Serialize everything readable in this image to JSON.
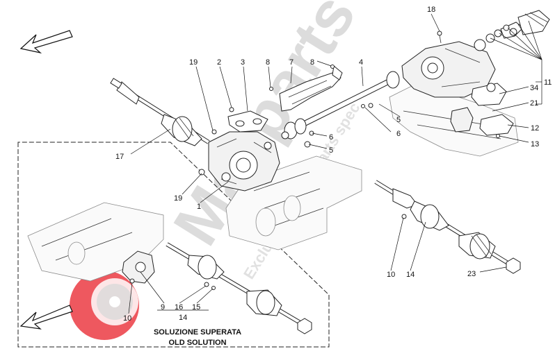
{
  "watermark": {
    "brand": "Maxparts",
    "subtitle": "Exclusive Ferrari Parts spec"
  },
  "inset": {
    "caption_line1": "SOLUZIONE SUPERATA",
    "caption_line2": "OLD SOLUTION"
  },
  "callouts": [
    {
      "id": "c18",
      "label": "18"
    },
    {
      "id": "c19a",
      "label": "19"
    },
    {
      "id": "c2",
      "label": "2"
    },
    {
      "id": "c3",
      "label": "3"
    },
    {
      "id": "c8a",
      "label": "8"
    },
    {
      "id": "c7",
      "label": "7"
    },
    {
      "id": "c8b",
      "label": "8"
    },
    {
      "id": "c4",
      "label": "4"
    },
    {
      "id": "c11",
      "label": "11"
    },
    {
      "id": "c34",
      "label": "34"
    },
    {
      "id": "c21",
      "label": "21"
    },
    {
      "id": "c5a",
      "label": "5"
    },
    {
      "id": "c6a",
      "label": "6"
    },
    {
      "id": "c12",
      "label": "12"
    },
    {
      "id": "c13",
      "label": "13"
    },
    {
      "id": "c6b",
      "label": "6"
    },
    {
      "id": "c5b",
      "label": "5"
    },
    {
      "id": "c17",
      "label": "17"
    },
    {
      "id": "c19b",
      "label": "19"
    },
    {
      "id": "c1",
      "label": "1"
    },
    {
      "id": "c10a",
      "label": "10"
    },
    {
      "id": "c14a",
      "label": "14"
    },
    {
      "id": "c23",
      "label": "23"
    },
    {
      "id": "c9",
      "label": "9"
    },
    {
      "id": "c16",
      "label": "16"
    },
    {
      "id": "c15",
      "label": "15"
    },
    {
      "id": "c14b",
      "label": "14"
    },
    {
      "id": "c10b",
      "label": "10"
    }
  ]
}
